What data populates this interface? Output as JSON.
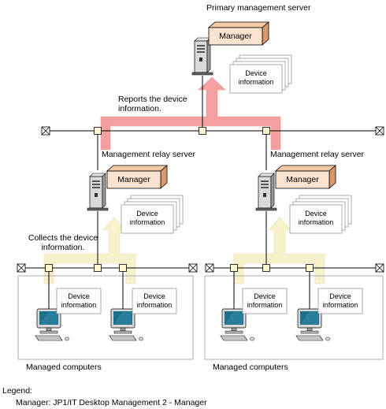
{
  "primary": {
    "title": "Primary management server",
    "manager": "Manager",
    "info": "Device information"
  },
  "report_label": "Reports the device information.",
  "relay_left": {
    "title": "Management relay server",
    "manager": "Manager",
    "info": "Device information"
  },
  "relay_right": {
    "title": "Management relay server",
    "manager": "Manager",
    "info": "Device information"
  },
  "collect_label": "Collects the device information.",
  "pcs_left": {
    "info_a": "Device information",
    "info_b": "Device information",
    "caption": "Managed computers"
  },
  "pcs_right": {
    "info_a": "Device information",
    "info_b": "Device information",
    "caption": "Managed computers"
  },
  "legend": {
    "title": "Legend:",
    "item": "Manager: JP1/IT Desktop Management 2 - Manager"
  },
  "colors": {
    "report_arrow": "#f4a0a0",
    "collect_arrow": "#f6f2cc",
    "manager_box": "#fbe3cf",
    "monitor": "#1d6f8a"
  }
}
